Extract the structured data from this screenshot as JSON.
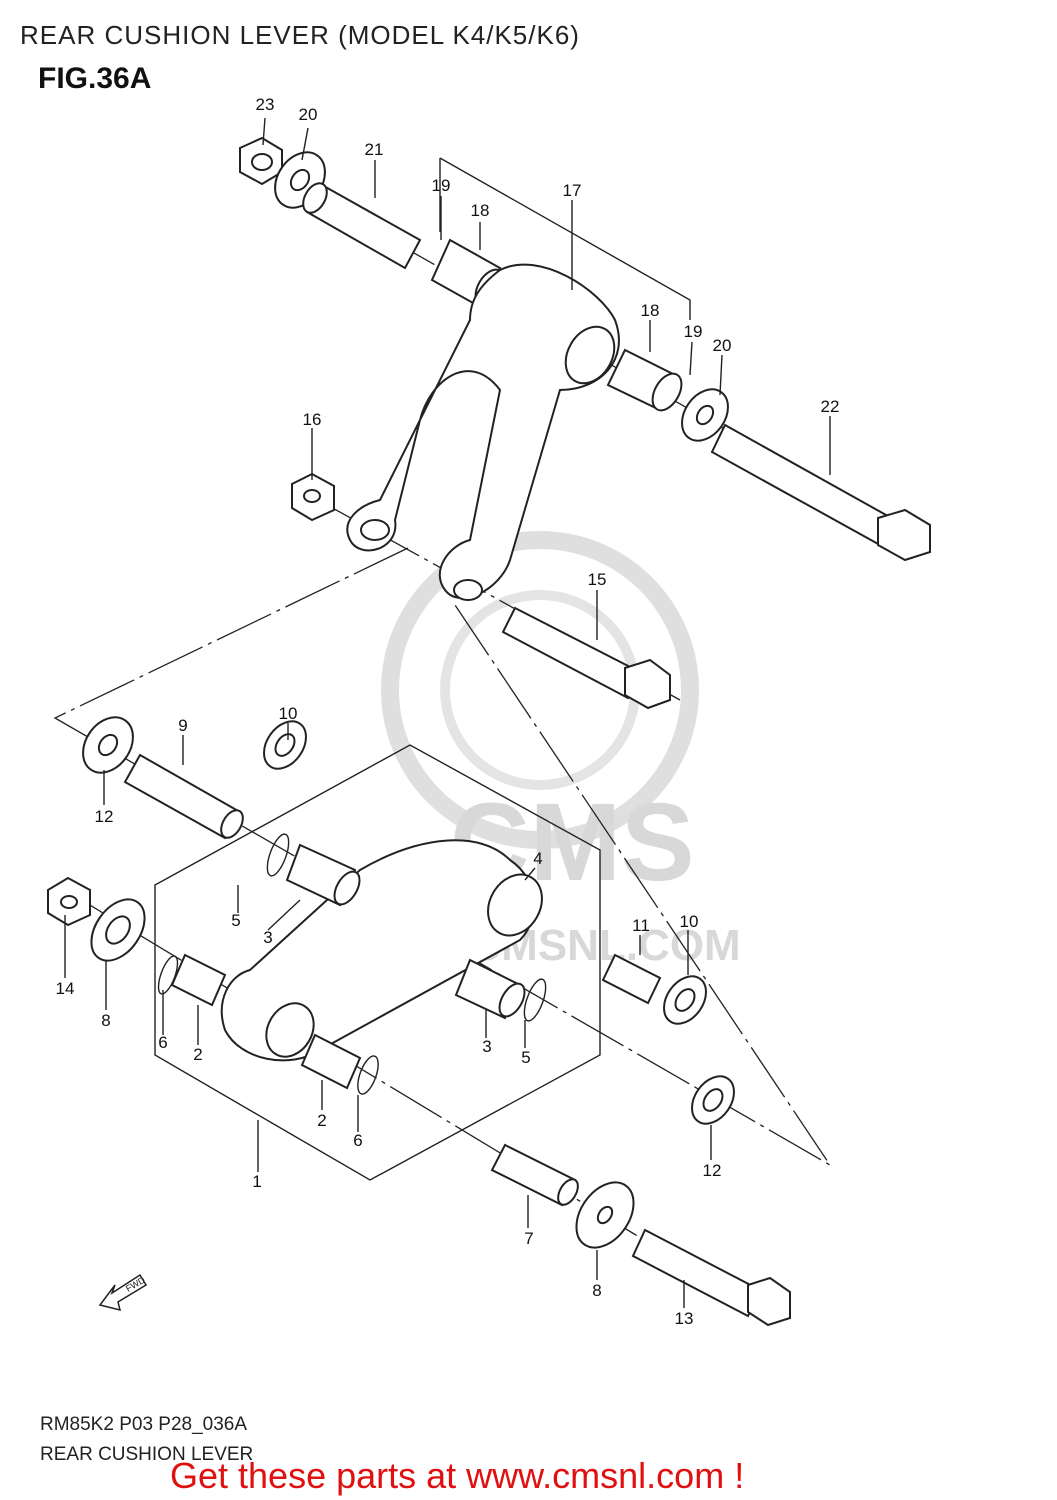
{
  "header": {
    "title": "REAR CUSHION LEVER (MODEL K4/K5/K6)",
    "figure": "FIG.36A"
  },
  "watermark": {
    "brand": "CMS",
    "url": "WWW.CMSNL.COM"
  },
  "callouts": {
    "c23": "23",
    "c20a": "20",
    "c21": "21",
    "c19a": "19",
    "c18a": "18",
    "c17": "17",
    "c18b": "18",
    "c19b": "19",
    "c20b": "20",
    "c22": "22",
    "c16": "16",
    "c15": "15",
    "c9": "9",
    "c10a": "10",
    "c12a": "12",
    "c4": "4",
    "c5a": "5",
    "c3a": "3",
    "c14": "14",
    "c8a": "8",
    "c6a": "6",
    "c2a": "2",
    "c11": "11",
    "c10b": "10",
    "c3b": "3",
    "c5b": "5",
    "c2b": "2",
    "c6b": "6",
    "c12b": "12",
    "c1": "1",
    "c7": "7",
    "c8b": "8",
    "c13": "13"
  },
  "fwd_label": "FWD",
  "footer": {
    "code": "RM85K2 P03 P28_036A",
    "caption": "REAR CUSHION LEVER",
    "cta": "Get these parts at www.cmsnl.com !"
  }
}
